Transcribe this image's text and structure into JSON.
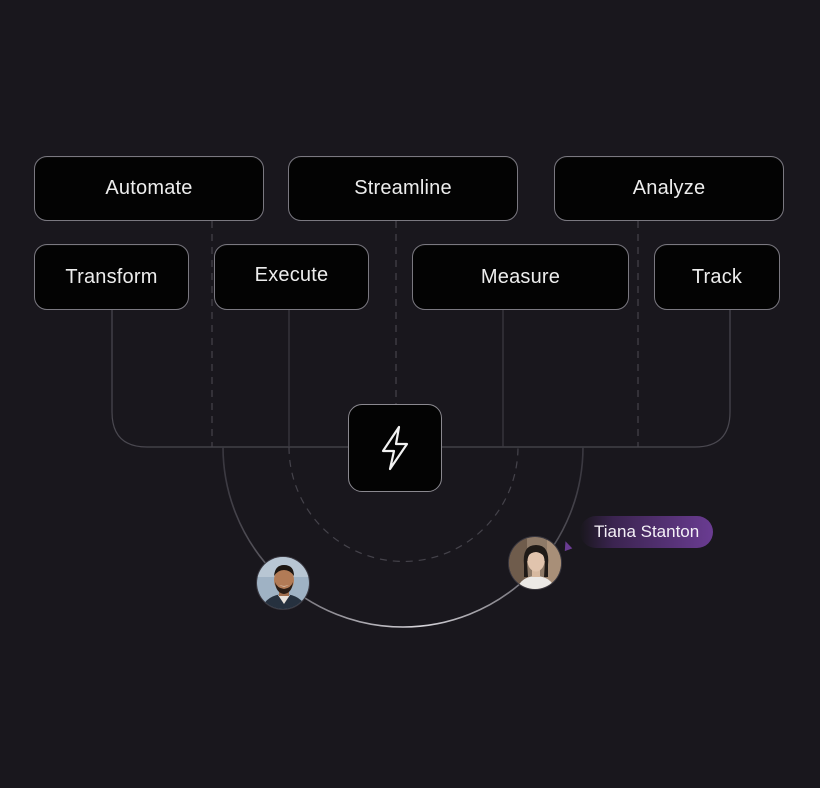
{
  "nodes": {
    "automate": "Automate",
    "streamline": "Streamline",
    "analyze": "Analyze",
    "transform": "Transform",
    "execute": "Execute",
    "measure": "Measure",
    "track": "Track"
  },
  "hub": {
    "icon": "lightning-bolt-icon"
  },
  "users": {
    "left_avatar": "man-avatar",
    "right_avatar": "woman-avatar",
    "right_name": "Tiana Stanton"
  },
  "colors": {
    "background": "#19171d",
    "node_fill": "#030303",
    "node_border": "#7a7880",
    "connector": "#4a4850",
    "tag_accent": "#6a3c92"
  }
}
